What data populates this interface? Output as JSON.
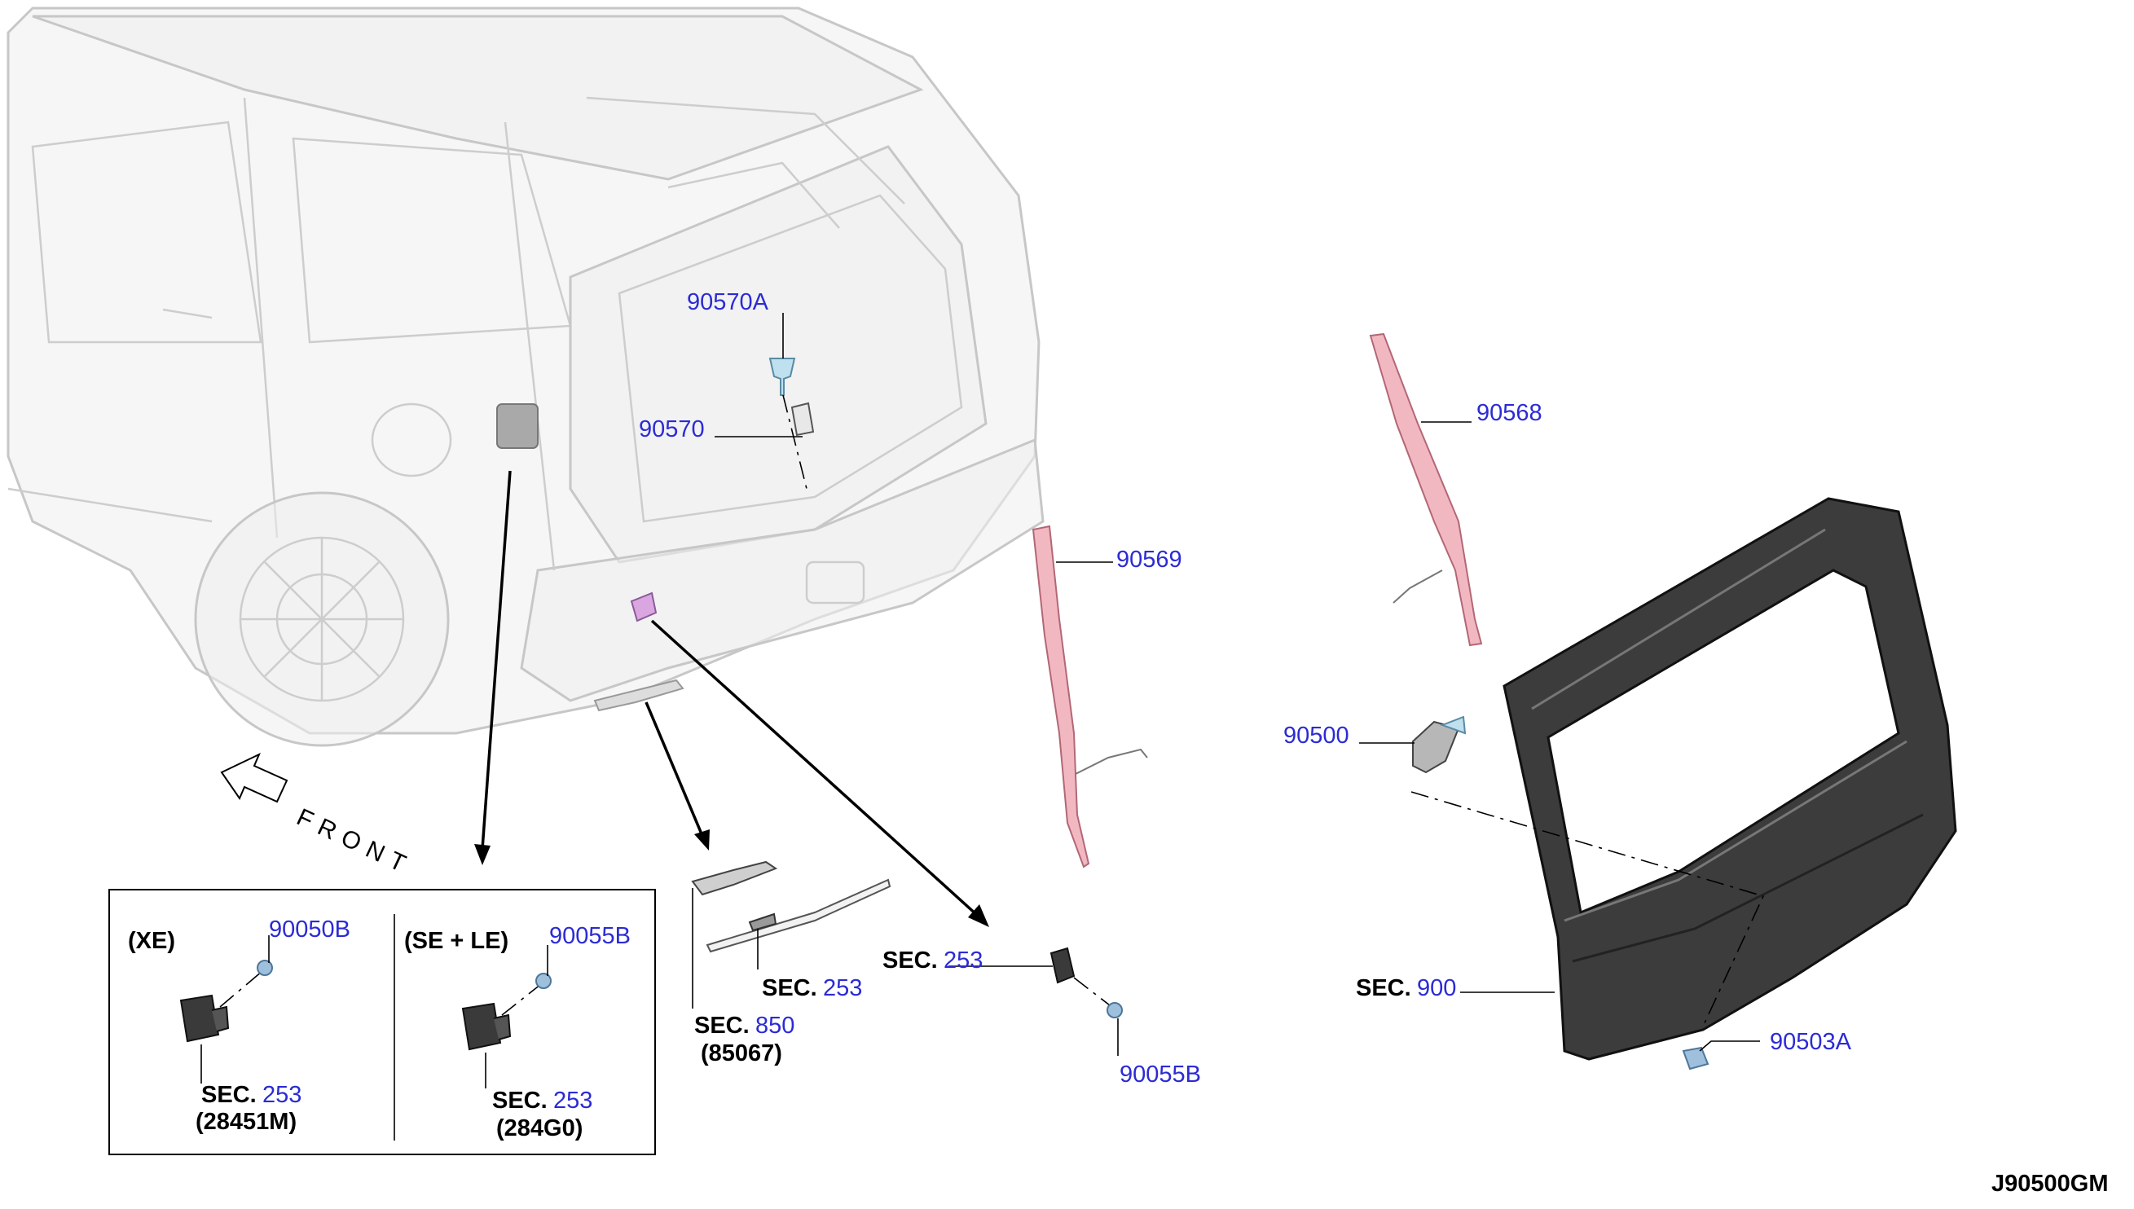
{
  "diagram_id": "J90500GM",
  "front_label": "FRONT",
  "callouts": {
    "c90570A": "90570A",
    "c90570": "90570",
    "c90568": "90568",
    "c90569": "90569",
    "c90500": "90500",
    "c90503A": "90503A",
    "c90055B": "90055B",
    "c90050B": "90050B",
    "c90055B_box": "90055B"
  },
  "sec_refs": {
    "prefix": "SEC.",
    "s900": "900",
    "s253_center": "253",
    "s253_mid": "253",
    "s850": "850",
    "s850_part": "(85067)",
    "s253_xe": "253",
    "s253_xe_part": "(28451M)",
    "s253_se": "253",
    "s253_se_part": "(284G0)"
  },
  "inset": {
    "variant_left": "(XE)",
    "variant_right": "(SE + LE)"
  },
  "colors": {
    "callout_text": "#2b2bd6",
    "tailgate": "#3c3c3c",
    "pink_parts": "#f2b8c2",
    "blue_clips": "#9fc0dd"
  }
}
